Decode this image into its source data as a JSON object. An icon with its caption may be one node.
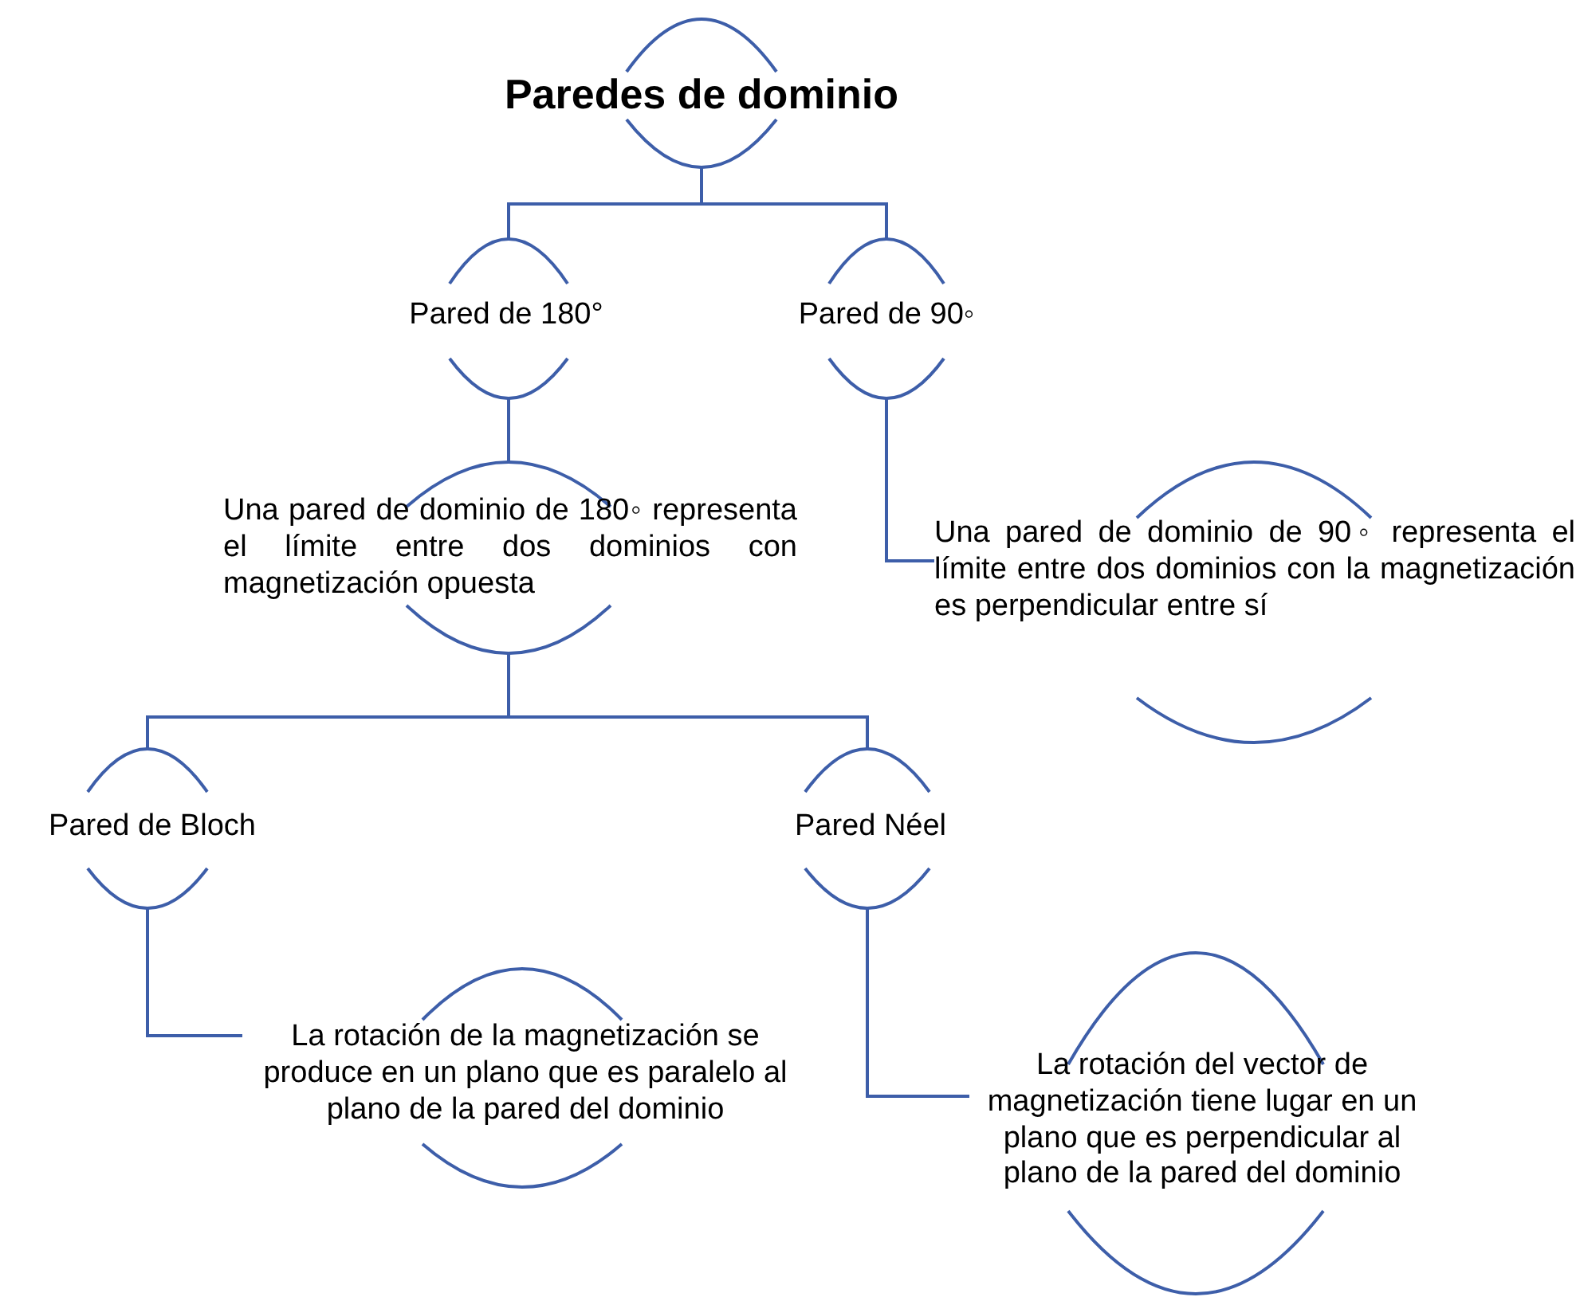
{
  "diagram": {
    "nodes": [
      {
        "text": [
          "Paredes de dominio"
        ]
      },
      {
        "text": [
          "Pared de 180°"
        ]
      },
      {
        "text": [
          "Pared de 90◦"
        ]
      },
      {
        "text": [
          "Una pared de dominio de 180◦ representa el límite entre dos dominios con magnetización opuesta"
        ]
      },
      {
        "text": [
          "Una pared de dominio de 90◦ representa el límite entre dos dominios con la magnetización es perpendicular entre sí"
        ]
      },
      {
        "text": [
          "Pared de Bloch"
        ]
      },
      {
        "text": [
          "Pared Néel"
        ]
      },
      {
        "text": [
          "La rotación de la magnetización se produce en un plano que es paralelo al plano de la pared del dominio"
        ]
      },
      {
        "text": [
          "La rotación del vector de magnetización tiene lugar en un plano que es perpendicular al plano de la pared del dominio"
        ]
      }
    ],
    "edges": [
      {
        "from": 0,
        "to": 1,
        "arrow": "none"
      },
      {
        "from": 0,
        "to": 2,
        "arrow": "none"
      },
      {
        "from": 1,
        "to": 3,
        "arrow": "none"
      },
      {
        "from": 2,
        "to": 4,
        "arrow": "none"
      },
      {
        "from": 3,
        "to": 5,
        "arrow": "none"
      },
      {
        "from": 3,
        "to": 6,
        "arrow": "none"
      },
      {
        "from": 5,
        "to": 7,
        "arrow": "none"
      },
      {
        "from": 6,
        "to": 8,
        "arrow": "none"
      }
    ]
  }
}
